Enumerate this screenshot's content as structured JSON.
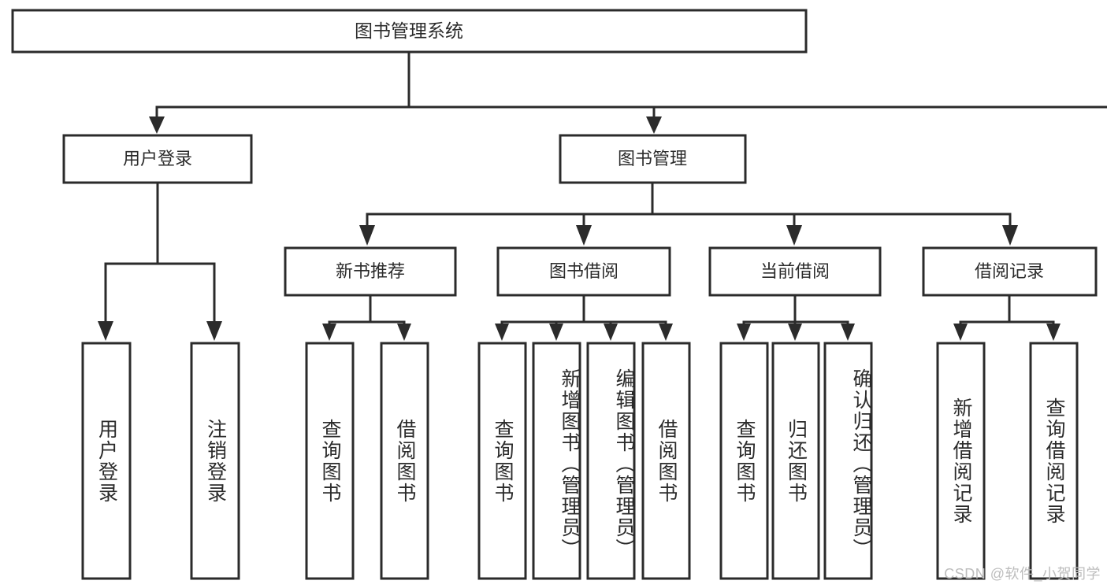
{
  "diagram": {
    "type": "tree-hierarchy-chart",
    "title": "图书管理系统",
    "orientation": "top-down",
    "colors": {
      "stroke": "#2b2b2b",
      "fill": "#ffffff",
      "background": "#ffffff",
      "watermark": "#bdbdbd"
    },
    "levels": {
      "root": "图书管理系统",
      "level2": [
        "用户登录",
        "图书管理"
      ],
      "level3": [
        "新书推荐",
        "图书借阅",
        "当前借阅",
        "借阅记录"
      ]
    },
    "nodes": {
      "root": {
        "label": "图书管理系统"
      },
      "user_login": {
        "label": "用户登录"
      },
      "book_manage": {
        "label": "图书管理"
      },
      "new_book_rec": {
        "label": "新书推荐"
      },
      "book_borrow": {
        "label": "图书借阅"
      },
      "current_borrow": {
        "label": "当前借阅"
      },
      "borrow_record": {
        "label": "借阅记录"
      }
    },
    "leaves": {
      "user_login": [
        {
          "label": "用户登录"
        },
        {
          "label": "注销登录"
        }
      ],
      "new_book_rec": [
        {
          "label": "查询图书"
        },
        {
          "label": "借阅图书"
        }
      ],
      "book_borrow": [
        {
          "label": "查询图书"
        },
        {
          "label": "新增图书（管理员）"
        },
        {
          "label": "编辑图书（管理员）"
        },
        {
          "label": "借阅图书"
        }
      ],
      "current_borrow": [
        {
          "label": "查询图书"
        },
        {
          "label": "归还图书"
        },
        {
          "label": "确认归还（管理员）"
        }
      ],
      "borrow_record": [
        {
          "label": "新增借阅记录"
        },
        {
          "label": "查询借阅记录"
        }
      ]
    }
  },
  "watermark": {
    "text": "CSDN @软件_小贺同学"
  }
}
